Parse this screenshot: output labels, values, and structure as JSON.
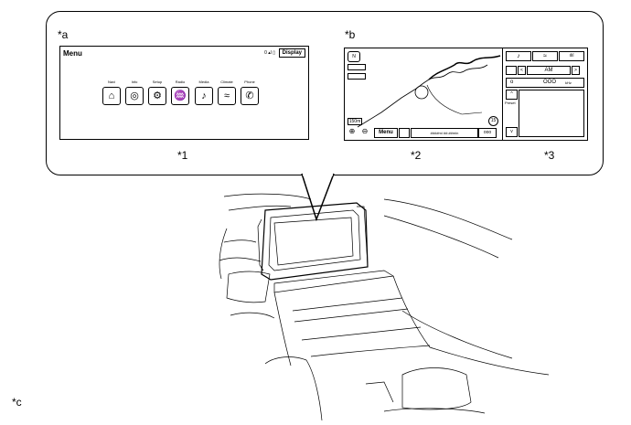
{
  "labels": {
    "a": "*a",
    "b": "*b",
    "c": "*c",
    "n1": "*1",
    "n2": "*2",
    "n3": "*3"
  },
  "menu_screen": {
    "title": "Menu",
    "status": "0 ▴l ▯",
    "display_button": "Display",
    "items": [
      {
        "label": "Navi",
        "icon": "navi-icon",
        "glyph": "⌂"
      },
      {
        "label": "Info",
        "icon": "info-icon",
        "glyph": "◎"
      },
      {
        "label": "Setup",
        "icon": "setup-icon",
        "glyph": "⚙"
      },
      {
        "label": "Radio",
        "icon": "radio-icon",
        "glyph": "♒"
      },
      {
        "label": "Media",
        "icon": "media-icon",
        "glyph": "♪"
      },
      {
        "label": "Climate",
        "icon": "climate-icon",
        "glyph": "≈"
      },
      {
        "label": "Phone",
        "icon": "phone-icon",
        "glyph": "✆"
      }
    ]
  },
  "nav_screen": {
    "compass": "N",
    "scale": "150m",
    "menu_button": "Menu",
    "zoom_in": "⊕",
    "zoom_out": "⊖",
    "distance_readout": "####mi  ##:##min",
    "more_button": "ooo",
    "route_badge": "15"
  },
  "audio_panel": {
    "tabs": [
      "♪",
      "≈",
      "ılıl"
    ],
    "band": "AM",
    "prev": "<",
    "next": ">",
    "frequency": "OOO",
    "freq_unit": "kHz",
    "preset_label": "Preset",
    "up": "^",
    "down": "v"
  }
}
